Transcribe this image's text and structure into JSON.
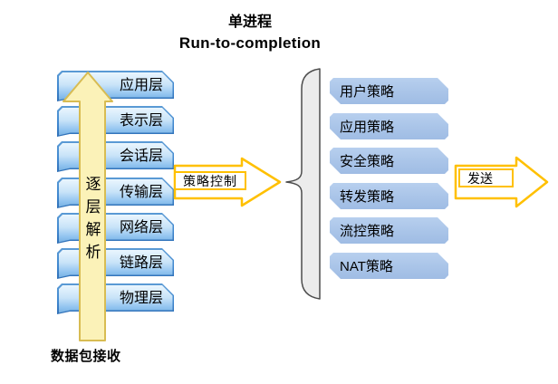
{
  "title": {
    "line1": "单进程",
    "line2": "Run-to-completion"
  },
  "osi_stack": {
    "layers": [
      "应用层",
      "表示层",
      "会话层",
      "传输层",
      "网络层",
      "链路层",
      "物理层"
    ]
  },
  "up_arrow": {
    "label_vertical": "逐层解析",
    "chars": [
      "逐",
      "层",
      "解",
      "析"
    ]
  },
  "bottom_label": "数据包接收",
  "policy_arrow": {
    "label": "策略控制"
  },
  "policies": [
    "用户策略",
    "应用策略",
    "安全策略",
    "转发策略",
    "流控策略",
    "NAT策略"
  ],
  "send_arrow": {
    "label": "发送"
  },
  "colors": {
    "layer_box_border": "#3E86CF",
    "layer_box_fill_top": "#EAF6FE",
    "layer_box_fill_bottom": "#74AFE2",
    "policy_box_fill": "#A9C4E8",
    "up_arrow_fill": "#FBF2B8",
    "up_arrow_border": "#D8BC52",
    "flow_arrow_border": "#FFC000",
    "brace_fill": "#ECECEC",
    "text": "#000000"
  }
}
